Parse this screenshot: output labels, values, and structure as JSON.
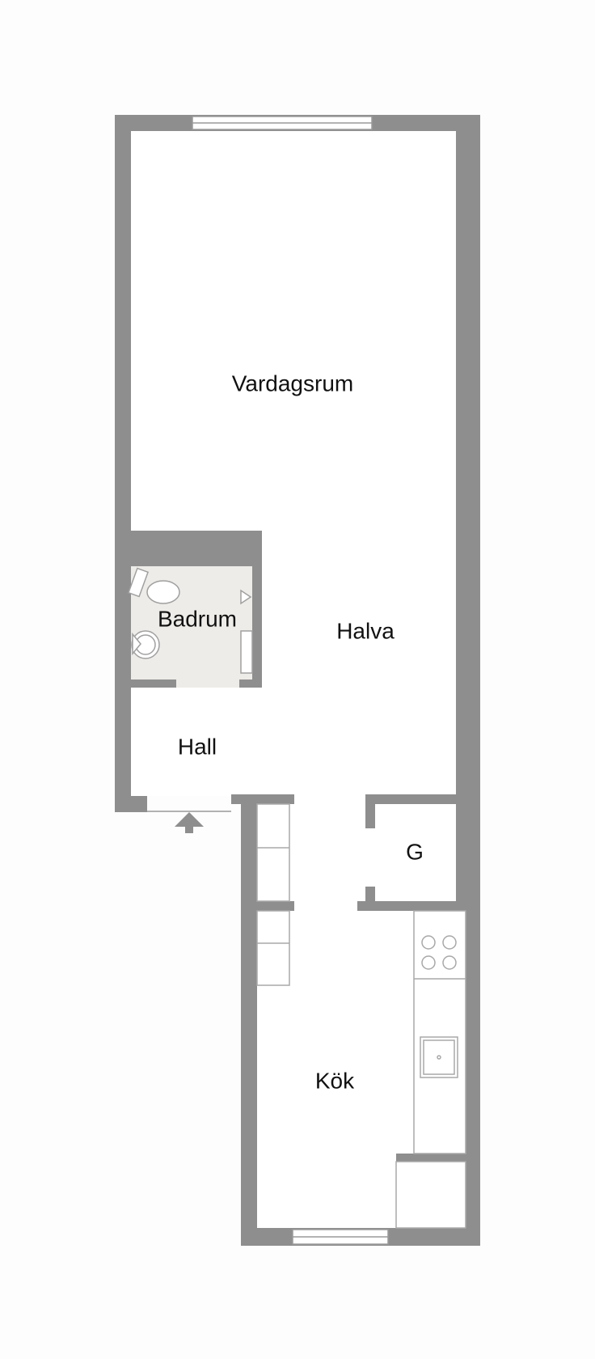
{
  "rooms": {
    "vardagsrum": "Vardagsrum",
    "badrum": "Badrum",
    "halva": "Halva",
    "hall": "Hall",
    "g": "G",
    "kok": "Kök"
  },
  "colors": {
    "wall": "#8e8e8e",
    "floor": "#ffffff",
    "bathroom_floor": "#eeece8",
    "fixture_stroke": "#9a9a9a",
    "background": "#fdfdfd"
  },
  "icons": {
    "entrance": "entrance-arrow-icon",
    "toilet": "toilet-icon",
    "washbasin": "washbasin-icon",
    "stove": "stove-icon",
    "sink": "sink-icon"
  }
}
